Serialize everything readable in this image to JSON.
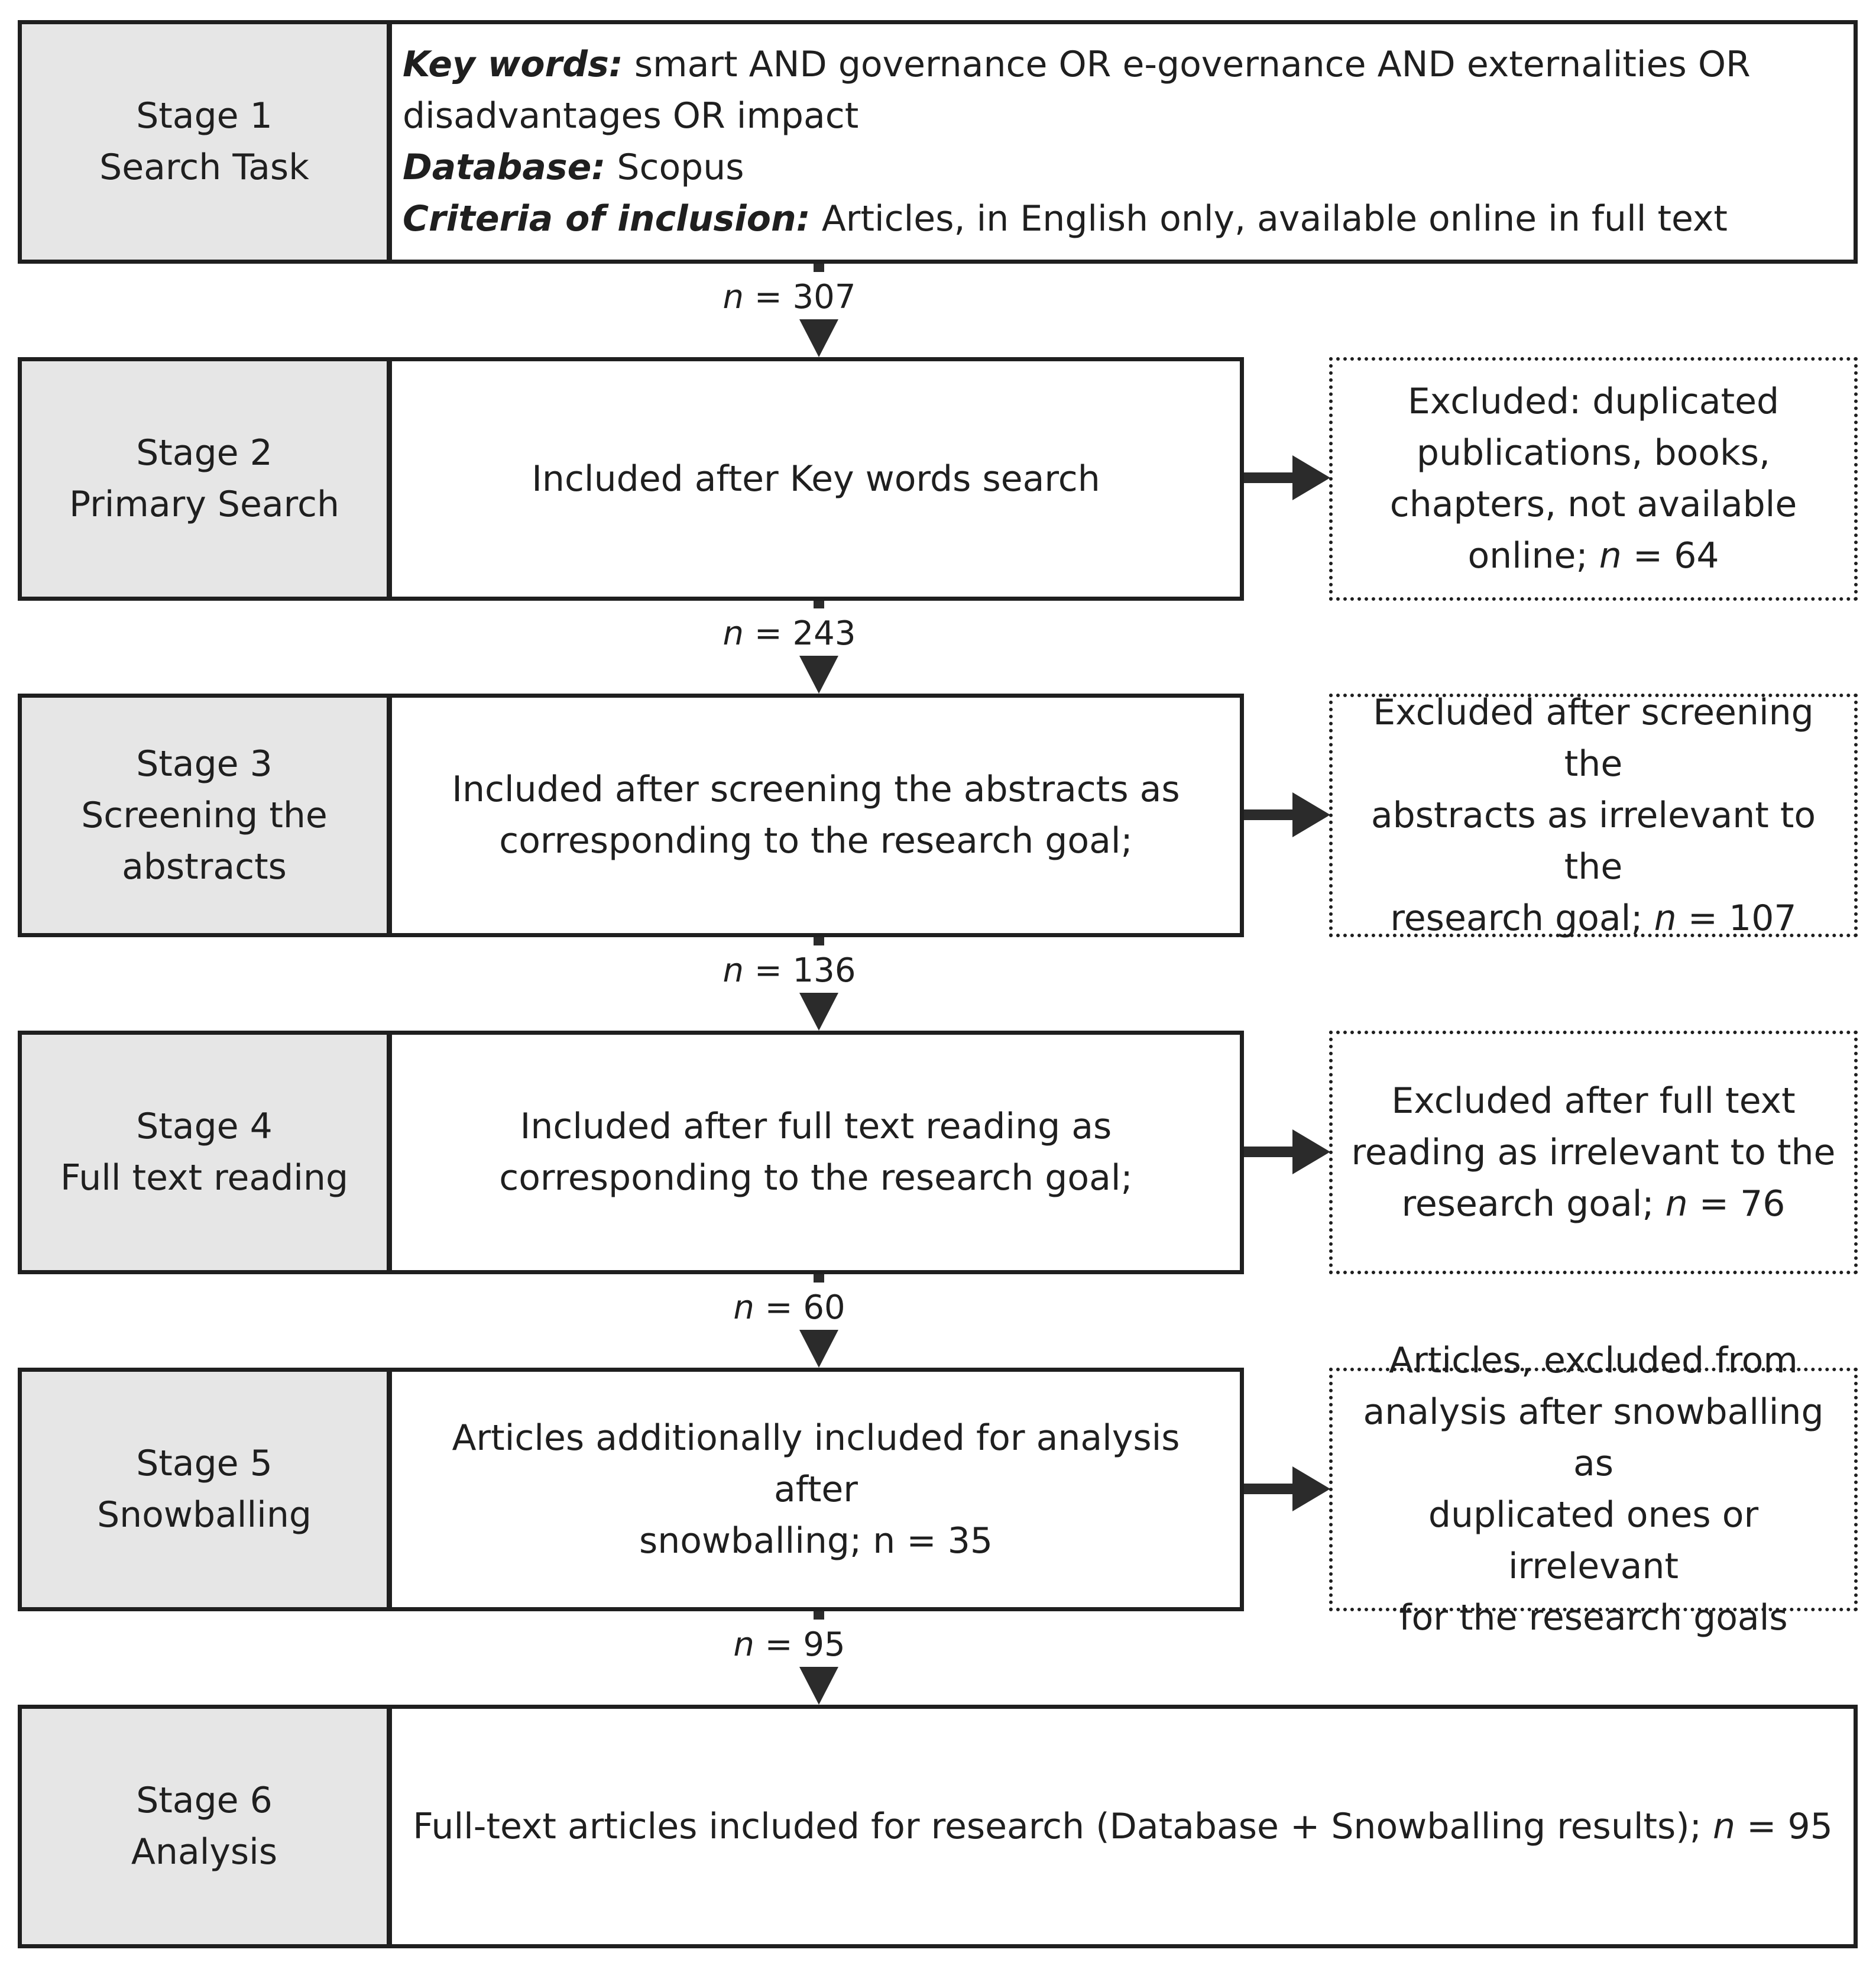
{
  "stages": [
    {
      "label_line1": "Stage 1",
      "label_line2": "Search Task",
      "keywords_label": "Key words:",
      "keywords_text_line1": " smart AND governance OR e-governance AND externalities OR",
      "keywords_text_line2": "disadvantages OR impact",
      "database_label": "Database:",
      "database_text": " Scopus",
      "criteria_label": "Criteria of inclusion:",
      "criteria_text": " Articles, in English only, available online in full text"
    },
    {
      "label_line1": "Stage 2",
      "label_line2": "Primary Search",
      "body_line1": "Included after Key words search",
      "excluded_line1": "Excluded: duplicated",
      "excluded_line2": "publications, books,",
      "excluded_line3": "chapters, not available",
      "excluded_line4_pre": "online; ",
      "excluded_n": "n",
      "excluded_line4_post": " = 64"
    },
    {
      "label_line1": "Stage 3",
      "label_line2": "Screening the",
      "label_line3": "abstracts",
      "body_line1": "Included after screening the abstracts as",
      "body_line2": "corresponding to the research goal;",
      "excluded_line1": "Excluded after screening the",
      "excluded_line2": "abstracts as irrelevant to the",
      "excluded_line3_pre": "research goal; ",
      "excluded_n": "n",
      "excluded_line3_post": " = 107"
    },
    {
      "label_line1": "Stage 4",
      "label_line2": "Full text reading",
      "body_line1": "Included after full text reading as",
      "body_line2": "corresponding to the research goal;",
      "excluded_line1": "Excluded after full text",
      "excluded_line2": "reading as irrelevant to the",
      "excluded_line3_pre": "research goal; ",
      "excluded_n": "n",
      "excluded_line3_post": " = 76"
    },
    {
      "label_line1": "Stage 5",
      "label_line2": "Snowballing",
      "body_line1": "Articles additionally included for analysis after",
      "body_line2": "snowballing; n = 35",
      "excluded_line1": "Articles, excluded from",
      "excluded_line2": "analysis after snowballing as",
      "excluded_line3": "duplicated ones or irrelevant",
      "excluded_line4": "for the research goals"
    },
    {
      "label_line1": "Stage 6",
      "label_line2": "Analysis",
      "body_pre": "Full-text articles included for research (Database + Snowballing results); ",
      "body_n": "n",
      "body_post": " = 95"
    }
  ],
  "counts": [
    {
      "n": "n",
      "value": " = 307"
    },
    {
      "n": "n",
      "value": " = 243"
    },
    {
      "n": "n",
      "value": " = 136"
    },
    {
      "n": "n",
      "value": " = 60"
    },
    {
      "n": "n",
      "value": " = 95"
    }
  ]
}
